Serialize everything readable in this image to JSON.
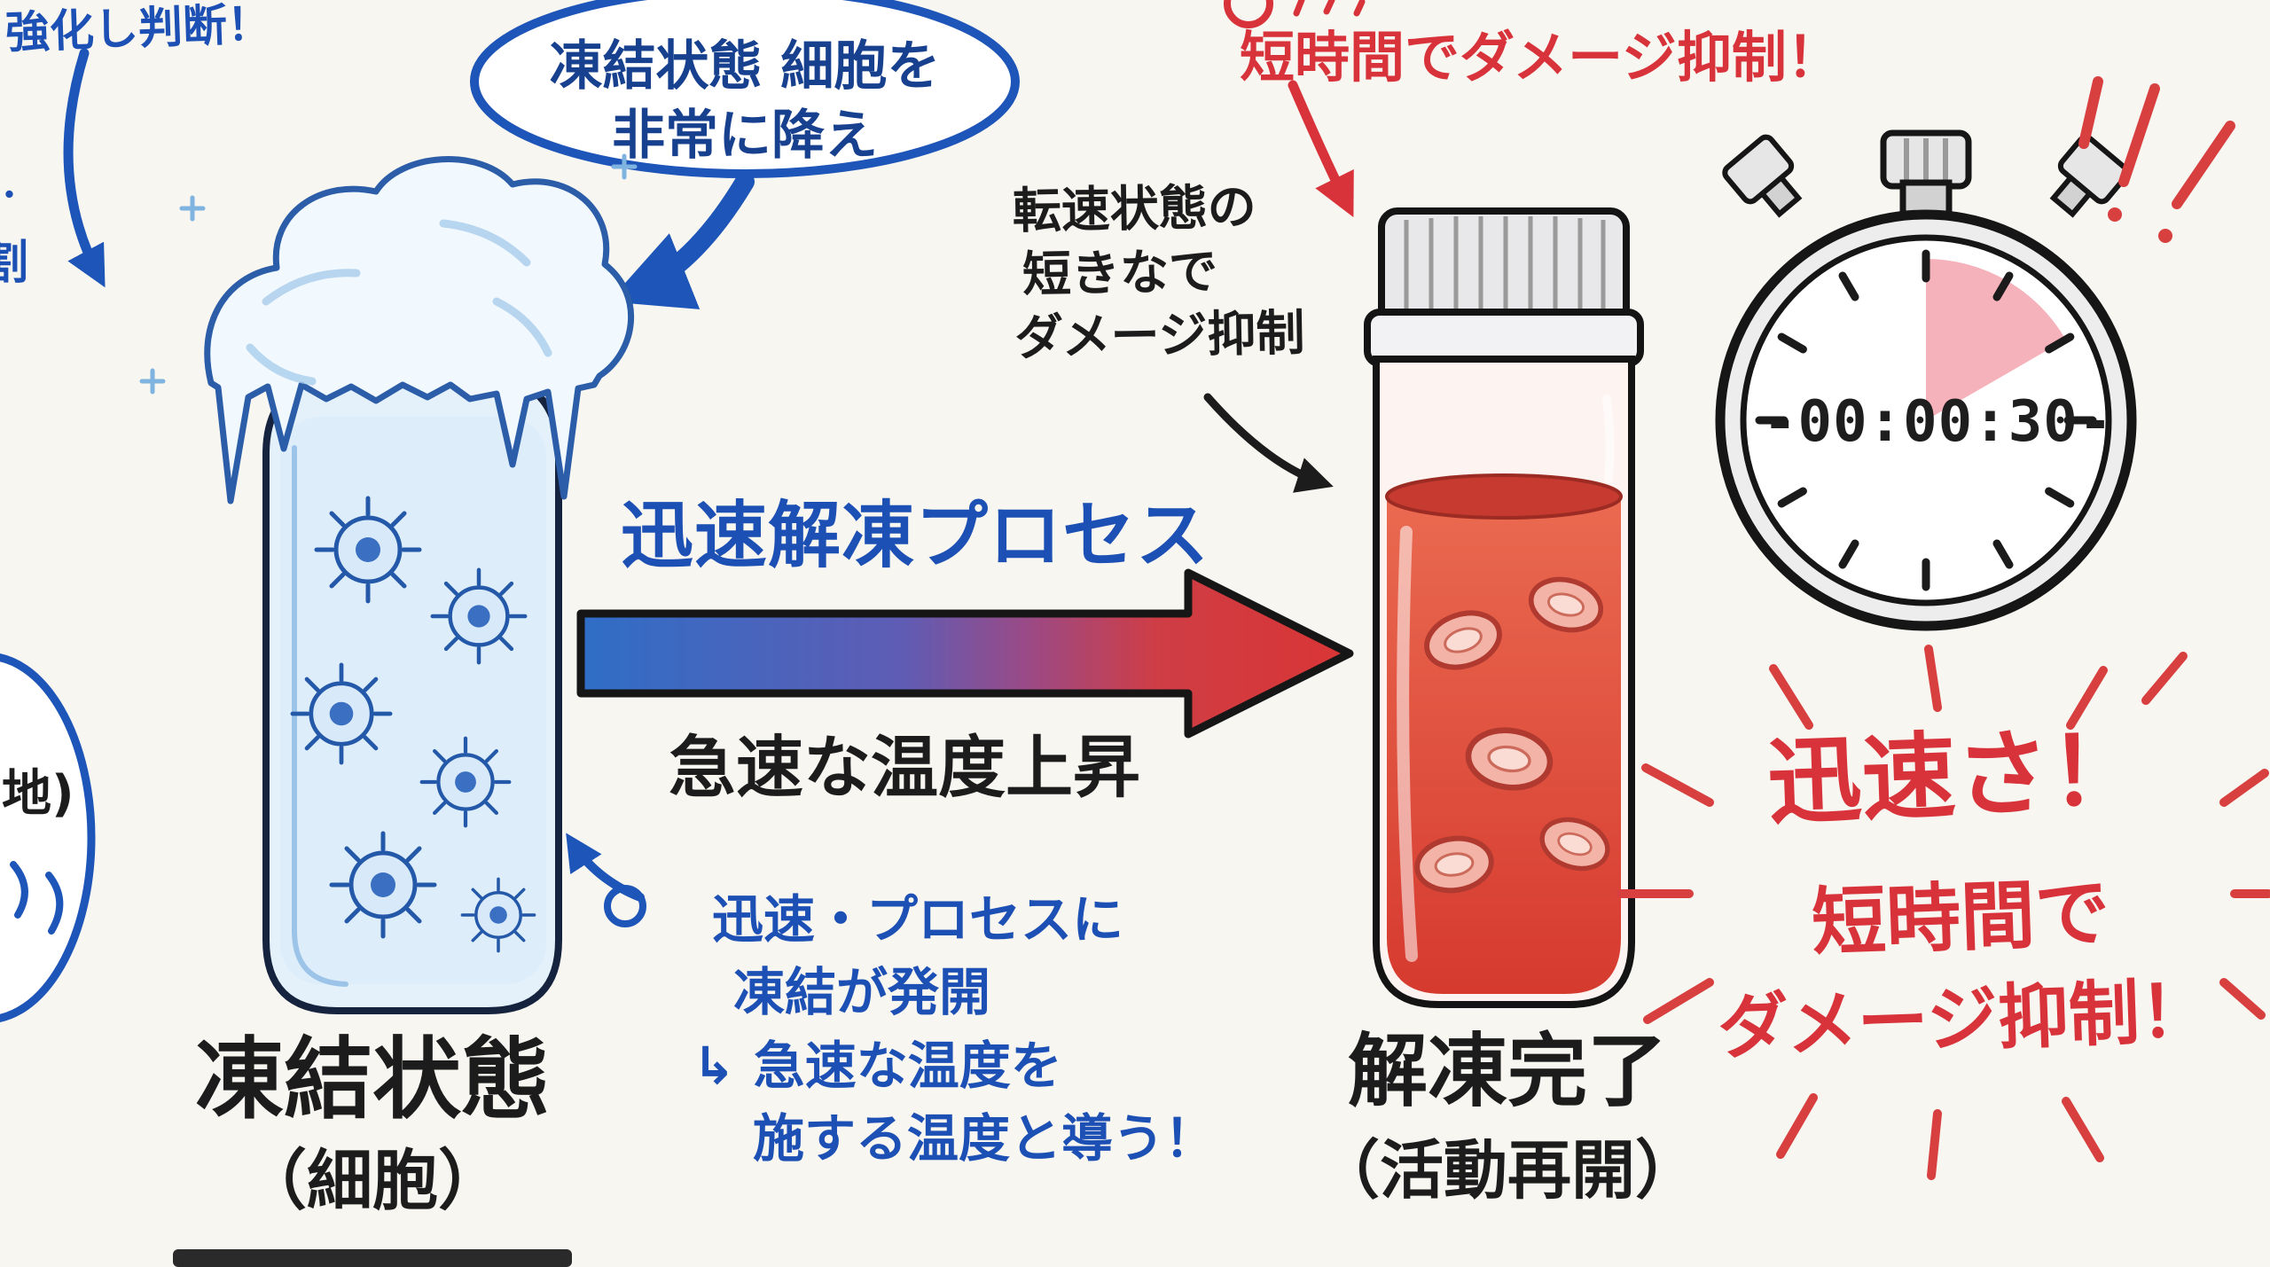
{
  "colors": {
    "blue_text": "#1d50b4",
    "navy_text": "#17418f",
    "red_text": "#d8333a",
    "ink_text": "#1c1c1c",
    "ice_blue": "#cfe4f7",
    "liquid_red": "#e0513f",
    "paper": "#f8f6f1"
  },
  "top_left": {
    "note": "強化し判断！"
  },
  "left_edge": {
    "fragment1": "･",
    "fragment2": "割",
    "bubble_text": "地)"
  },
  "speech_bubble": {
    "line1": "凍結状態 細胞を",
    "line2": "非常に降え"
  },
  "process": {
    "title": "迅速解凍プロセス",
    "subtitle": "急速な温度上昇"
  },
  "frozen_vial": {
    "label_line1": "凍結状態",
    "label_line2": "（細胞）"
  },
  "blue_note": {
    "line1": "迅速・プロセスに",
    "line2": "凍結が発開",
    "line3": "↳ 急速な温度を",
    "line4": "施する温度と導う！"
  },
  "vial_note": {
    "line1": "転速状態の",
    "line2": "短きなで",
    "line3": "ダメージ抑制"
  },
  "top_red": {
    "text": "短時間でダメージ抑制！"
  },
  "thawed_vial": {
    "label_line1": "解凍完了",
    "label_line2": "（活動再開）"
  },
  "stopwatch": {
    "display": "-00:00:30-"
  },
  "burst": {
    "line1": "迅速さ！",
    "line2": "短時間で",
    "line3": "ダメージ抑制！"
  }
}
